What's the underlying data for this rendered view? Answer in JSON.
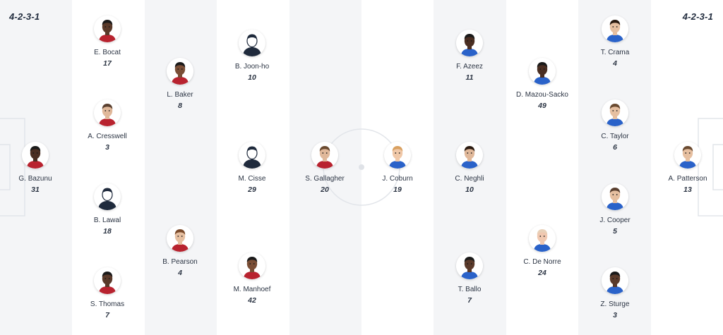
{
  "home": {
    "formation": "4-2-3-1",
    "players": [
      {
        "name": "G. Bazunu",
        "number": "31",
        "skin": "#4a2e22",
        "hair": "#1a1a1a",
        "shirt": "#b8232f"
      },
      {
        "name": "E. Bocat",
        "number": "17",
        "skin": "#5a3a2a",
        "hair": "#1a1a1a",
        "shirt": "#b8232f"
      },
      {
        "name": "A. Cresswell",
        "number": "3",
        "skin": "#e0b89a",
        "hair": "#5a4030",
        "shirt": "#b8232f"
      },
      {
        "name": "B. Lawal",
        "number": "18",
        "skin": "silhouette",
        "hair": "#1f2a3c",
        "shirt": "#1f2a3c"
      },
      {
        "name": "S. Thomas",
        "number": "7",
        "skin": "#5a3a2a",
        "hair": "#1a1a1a",
        "shirt": "#b8232f"
      },
      {
        "name": "L. Baker",
        "number": "8",
        "skin": "#7a4e36",
        "hair": "#1a1a1a",
        "shirt": "#b8232f"
      },
      {
        "name": "B. Pearson",
        "number": "4",
        "skin": "#e6bfa0",
        "hair": "#7a4a2a",
        "shirt": "#b8232f"
      },
      {
        "name": "B. Joon-ho",
        "number": "10",
        "skin": "silhouette",
        "hair": "#1f2a3c",
        "shirt": "#1f2a3c"
      },
      {
        "name": "M. Cisse",
        "number": "29",
        "skin": "silhouette",
        "hair": "#1f2a3c",
        "shirt": "#1f2a3c"
      },
      {
        "name": "M. Manhoef",
        "number": "42",
        "skin": "#7a4e36",
        "hair": "#1a1a1a",
        "shirt": "#b8232f"
      },
      {
        "name": "S. Gallagher",
        "number": "20",
        "skin": "#e0b89a",
        "hair": "#6a4a30",
        "shirt": "#b8232f"
      }
    ]
  },
  "away": {
    "formation": "4-2-3-1",
    "players": [
      {
        "name": "J. Coburn",
        "number": "19",
        "skin": "#f0c8a8",
        "hair": "#d9a060",
        "shirt": "#2a62c9"
      },
      {
        "name": "F. Azeez",
        "number": "11",
        "skin": "#4a2e22",
        "hair": "#1a1a1a",
        "shirt": "#2a62c9"
      },
      {
        "name": "C. Neghli",
        "number": "10",
        "skin": "#e0b89a",
        "hair": "#2a1a10",
        "shirt": "#2a62c9"
      },
      {
        "name": "T. Ballo",
        "number": "7",
        "skin": "#5a3a2a",
        "hair": "#1a1a1a",
        "shirt": "#2a62c9"
      },
      {
        "name": "D. Mazou-Sacko",
        "number": "49",
        "skin": "#4a2e22",
        "hair": "#1a1a1a",
        "shirt": "#2a62c9"
      },
      {
        "name": "C. De Norre",
        "number": "24",
        "skin": "#f0c8b0",
        "hair": "#e8d0b8",
        "shirt": "#2a62c9"
      },
      {
        "name": "T. Crama",
        "number": "4",
        "skin": "#e6bfa0",
        "hair": "#2a1a10",
        "shirt": "#2a62c9"
      },
      {
        "name": "C. Taylor",
        "number": "6",
        "skin": "#e6bfa0",
        "hair": "#6a4a30",
        "shirt": "#2a62c9"
      },
      {
        "name": "J. Cooper",
        "number": "5",
        "skin": "#e6bfa0",
        "hair": "#5a4030",
        "shirt": "#2a62c9"
      },
      {
        "name": "Z. Sturge",
        "number": "3",
        "skin": "#5a3a2a",
        "hair": "#1a1a1a",
        "shirt": "#2a62c9"
      },
      {
        "name": "A. Patterson",
        "number": "13",
        "skin": "#e6bfa0",
        "hair": "#6a4a30",
        "shirt": "#2a62c9"
      }
    ]
  }
}
